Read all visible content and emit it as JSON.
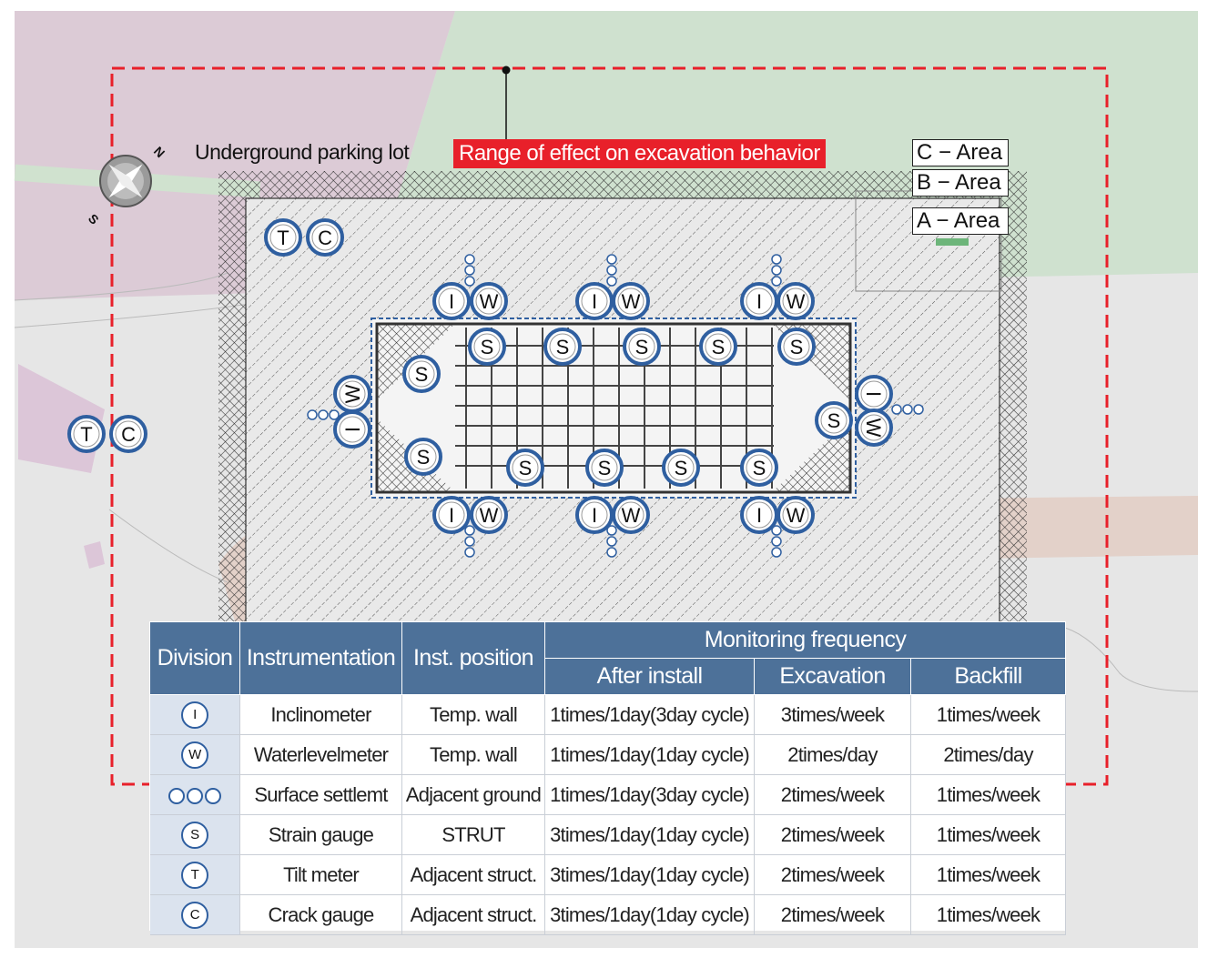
{
  "labels": {
    "parking": "Underground parking lot",
    "range": "Range of effect on excavation behavior",
    "area_c": "C − Area",
    "area_b": "B − Area",
    "area_a": "A − Area"
  },
  "compass": {
    "north": "N",
    "south": "S"
  },
  "sensor_letters": {
    "T": "T",
    "C": "C",
    "I": "I",
    "W": "W",
    "S": "S"
  },
  "colors": {
    "range_line": "#e8202a",
    "sensor_ring": "#2f5fa0",
    "table_header": "#4d7199",
    "green_zone": "#cfe1cf",
    "purple_zone": "#dccbd6",
    "road_band": "#e3d1c9"
  },
  "table": {
    "headers": {
      "division": "Division",
      "instrumentation": "Instrumentation",
      "position": "Inst. position",
      "frequency": "Monitoring frequency",
      "after_install": "After install",
      "excavation": "Excavation",
      "backfill": "Backfill"
    },
    "rows": [
      {
        "symbol": "I",
        "instrument": "Inclinometer",
        "position": "Temp. wall",
        "after": "1times/1day(3day cycle)",
        "excavation": "3times/week",
        "backfill": "1times/week"
      },
      {
        "symbol": "W",
        "instrument": "Waterlevelmeter",
        "position": "Temp. wall",
        "after": "1times/1day(1day cycle)",
        "excavation": "2times/day",
        "backfill": "2times/day"
      },
      {
        "symbol": "",
        "instrument": "Surface settlemt",
        "position": "Adjacent ground",
        "after": "1times/1day(3day cycle)",
        "excavation": "2times/week",
        "backfill": "1times/week"
      },
      {
        "symbol": "S",
        "instrument": "Strain gauge",
        "position": "STRUT",
        "after": "3times/1day(1day cycle)",
        "excavation": "2times/week",
        "backfill": "1times/week"
      },
      {
        "symbol": "T",
        "instrument": "Tilt meter",
        "position": "Adjacent struct.",
        "after": "3times/1day(1day cycle)",
        "excavation": "2times/week",
        "backfill": "1times/week"
      },
      {
        "symbol": "C",
        "instrument": "Crack gauge",
        "position": "Adjacent struct.",
        "after": "3times/1day(1day cycle)",
        "excavation": "2times/week",
        "backfill": "1times/week"
      }
    ]
  }
}
